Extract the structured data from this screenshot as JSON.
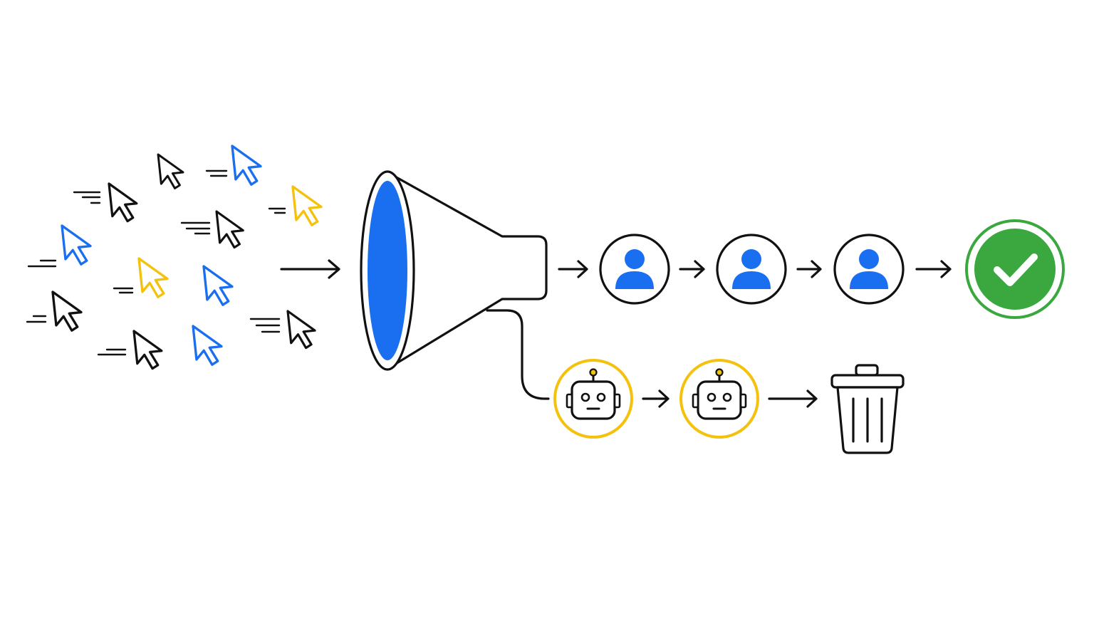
{
  "colors": {
    "ink": "#111111",
    "blue": "#1a6ff0",
    "yellow": "#f4c20d",
    "green": "#3aa83f",
    "white": "#ffffff"
  },
  "cursor_icon": "mouse-pointer-icon",
  "cursors": [
    {
      "color": "black",
      "has_trail": false
    },
    {
      "color": "blue",
      "has_trail": true
    },
    {
      "color": "black",
      "has_trail": true
    },
    {
      "color": "yellow",
      "has_trail": true
    },
    {
      "color": "black",
      "has_trail": true
    },
    {
      "color": "blue",
      "has_trail": true
    },
    {
      "color": "yellow",
      "has_trail": true
    },
    {
      "color": "blue",
      "has_trail": false
    },
    {
      "color": "black",
      "has_trail": true
    },
    {
      "color": "black",
      "has_trail": true
    },
    {
      "color": "black",
      "has_trail": true
    },
    {
      "color": "blue",
      "has_trail": false
    },
    {
      "color": "black",
      "has_trail": true
    }
  ],
  "filter_icon": "funnel-icon",
  "human_path": {
    "node_icon": "user-icon",
    "node_count": 3,
    "end_icon": "check-circle-icon"
  },
  "bot_path": {
    "node_icon": "robot-icon",
    "node_count": 2,
    "end_icon": "trash-can-icon"
  }
}
